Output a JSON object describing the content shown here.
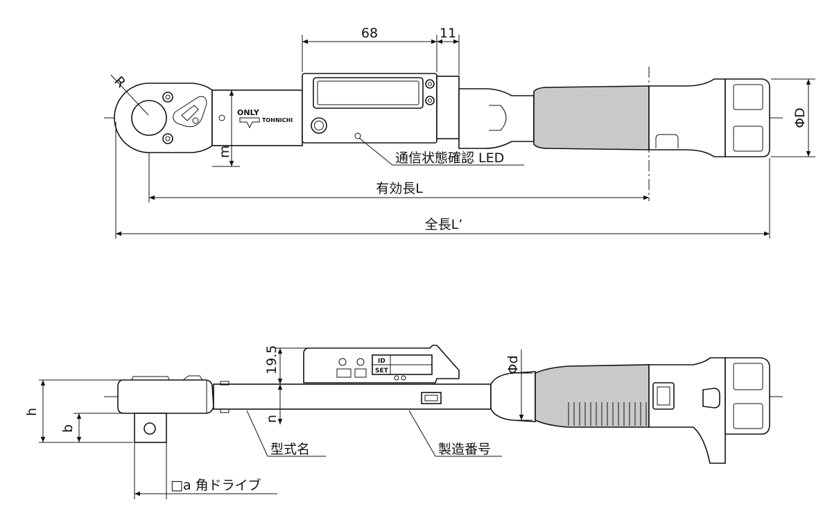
{
  "top_view": {
    "dim_display_width": "68",
    "dim_display_offset": "11",
    "label_radius": "R",
    "label_head_height": "m",
    "label_diameter_D": "ΦD",
    "label_led": "通信状態確認 LED",
    "label_effective_length": "有効長L",
    "label_total_length": "全長L’",
    "marking_only": "ONLY",
    "marking_brand": "TOHNICHI"
  },
  "side_view": {
    "dim_height_display": "19.5",
    "label_diameter_d": "Φd",
    "label_h": "h",
    "label_b": "b",
    "label_n": "n",
    "label_model_name": "型式名",
    "label_serial_number": "製造番号",
    "label_square_drive": "□a 角ドライブ",
    "marking_id": "ID",
    "marking_set": "SET"
  }
}
